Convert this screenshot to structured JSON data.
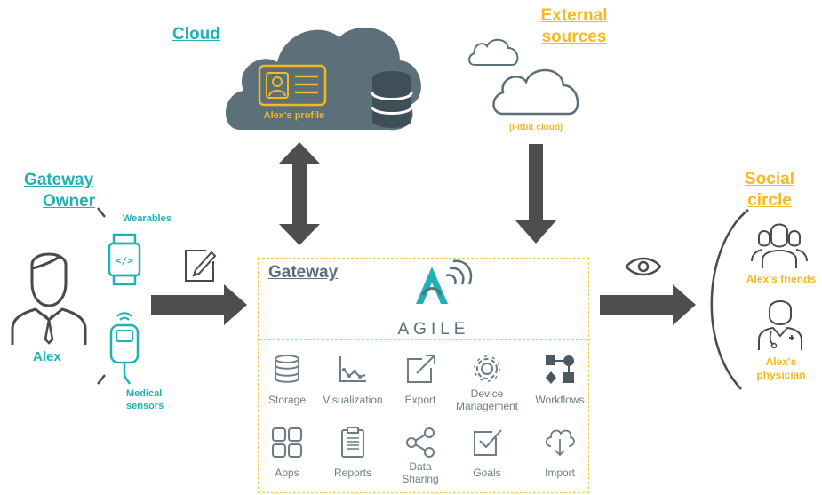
{
  "cloud": {
    "title": "Cloud",
    "profile_label": "Alex's profile"
  },
  "external": {
    "title_line1": "External",
    "title_line2": "sources",
    "fitbit_label": "(Fitbit cloud)"
  },
  "owner": {
    "title_line1": "Gateway",
    "title_line2": "Owner",
    "name": "Alex",
    "wearables_label": "Wearables",
    "medical_label_line1": "Medical",
    "medical_label_line2": "sensors"
  },
  "gateway": {
    "title": "Gateway",
    "logo_text": "AGILE",
    "features": [
      {
        "label": "Storage",
        "icon": "database-icon"
      },
      {
        "label": "Visualization",
        "icon": "line-chart-icon"
      },
      {
        "label": "Export",
        "icon": "export-icon"
      },
      {
        "label": "Device Management",
        "icon": "gear-icon"
      },
      {
        "label": "Workflows",
        "icon": "workflow-icon"
      },
      {
        "label": "Apps",
        "icon": "apps-grid-icon"
      },
      {
        "label": "Reports",
        "icon": "report-icon"
      },
      {
        "label": "Data Sharing",
        "icon": "share-icon"
      },
      {
        "label": "Goals",
        "icon": "goal-check-icon"
      },
      {
        "label": "Import",
        "icon": "cloud-import-icon"
      }
    ]
  },
  "social": {
    "title_line1": "Social",
    "title_line2": "circle",
    "friends_label": "Alex's friends",
    "physician_label_line1": "Alex's",
    "physician_label_line2": "physician"
  },
  "colors": {
    "teal": "#1fb1b5",
    "gold": "#f6b91e",
    "slate": "#5b6f79",
    "arrow": "#4e4e4e"
  }
}
